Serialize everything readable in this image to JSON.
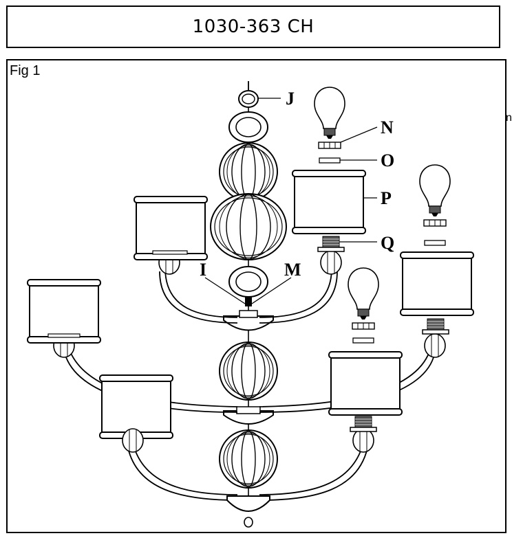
{
  "header": {
    "model_number": "1030-363 CH"
  },
  "figure": {
    "label": "Fig 1",
    "stray_char": "n",
    "callouts": {
      "J": "J",
      "N": "N",
      "O": "O",
      "P": "P",
      "Q": "Q",
      "I": "I",
      "M": "M"
    }
  }
}
